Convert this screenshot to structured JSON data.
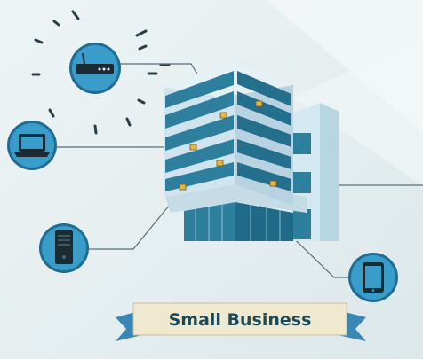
{
  "banner": {
    "label": "Small Business",
    "ribbon_color": "#3a86b4",
    "plate_color": "#efe9cf"
  },
  "colors": {
    "background": "#e6eef0",
    "node_fill": "#3a9cc9",
    "node_ring": "#1f6d94",
    "building_light": "#cfe4ee",
    "building_stripe": "#2e7f9e",
    "connector_line": "#5a6e78",
    "device_sensor": "#e0b84a"
  },
  "devices": [
    {
      "id": "router",
      "icon": "router-icon"
    },
    {
      "id": "laptop",
      "icon": "laptop-icon"
    },
    {
      "id": "server",
      "icon": "server-tower-icon"
    },
    {
      "id": "tablet",
      "icon": "tablet-icon"
    }
  ],
  "building": {
    "icon": "office-building-icon",
    "wifi_indicator": "signal-burst-icon"
  }
}
